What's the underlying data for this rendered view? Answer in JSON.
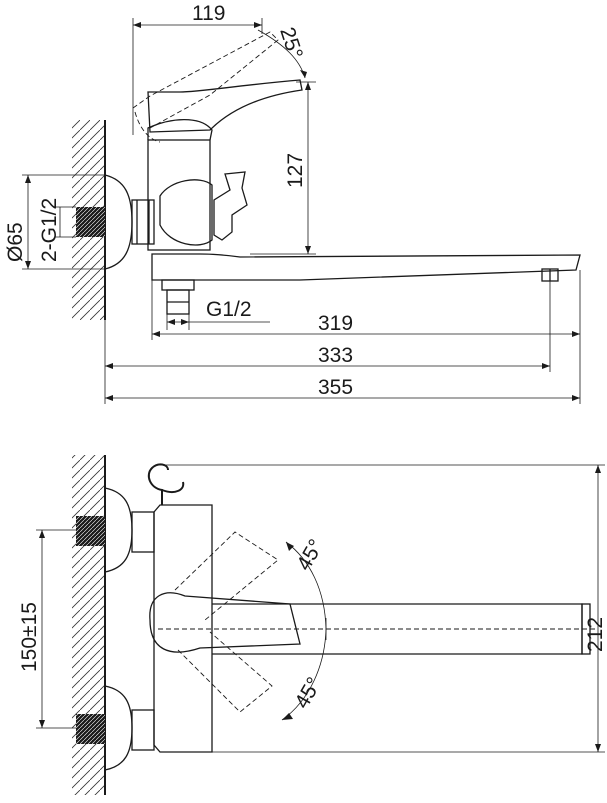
{
  "top_view": {
    "dim_lever_reach": "119",
    "dim_lever_angle": "25°",
    "dim_height": "127",
    "dim_flange_diameter": "Ø65",
    "dim_inlets": "2-G1/2",
    "dim_outlet_thread": "G1/2",
    "dim_spout_319": "319",
    "dim_spout_333": "333",
    "dim_overall_355": "355"
  },
  "front_view": {
    "dim_angle_up": "45°",
    "dim_angle_down": "45°",
    "dim_centers": "150±15",
    "dim_height_212": "212"
  }
}
